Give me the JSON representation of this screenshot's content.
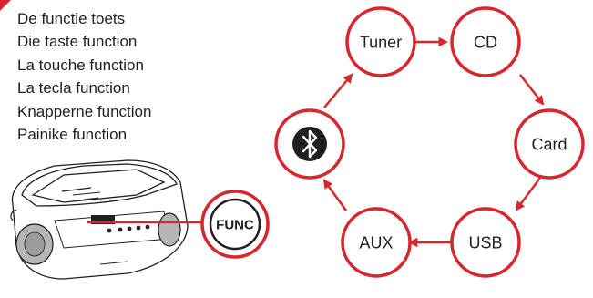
{
  "instructions": [
    "De functie toets",
    "Die taste function",
    "La touche function",
    "La tecla function",
    "Knapperne function",
    "Painike function"
  ],
  "func_button": {
    "label": "FUNC"
  },
  "cycle": {
    "nodes": [
      {
        "id": "tuner",
        "label": "Tuner"
      },
      {
        "id": "cd",
        "label": "CD"
      },
      {
        "id": "card",
        "label": "Card"
      },
      {
        "id": "usb",
        "label": "USB"
      },
      {
        "id": "aux",
        "label": "AUX"
      },
      {
        "id": "bluetooth",
        "label": "",
        "icon": "bluetooth-icon"
      }
    ]
  },
  "colors": {
    "accent": "#d7262e",
    "text": "#231f20",
    "speaker": "#b5b5b5"
  }
}
